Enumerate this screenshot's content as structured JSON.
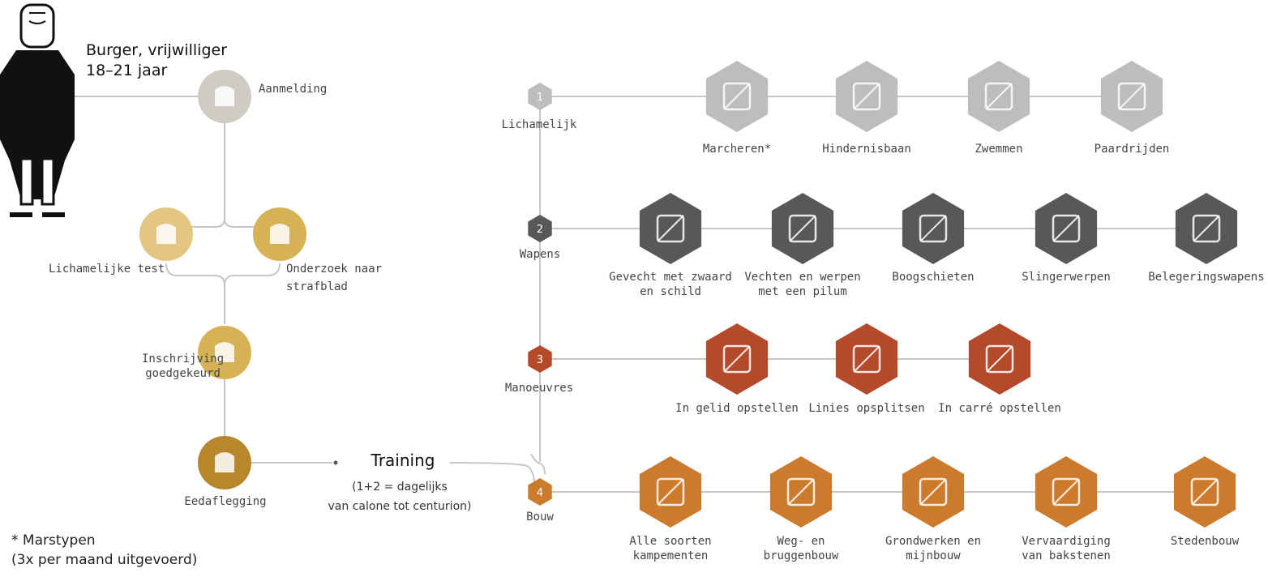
{
  "colors": {
    "line": "#c8c6c0",
    "gray_step": "#bdbdbd",
    "dark_step": "#585859",
    "red_step": "#b54a2b",
    "orange_step": "#cc7a2c",
    "gold_light": "#e3c680",
    "gold_mid": "#d6b254",
    "gold_dark": "#b8862b"
  },
  "recruit": {
    "title_line1": "Burger, vrijwilliger",
    "title_line2": "18–21 jaar",
    "steps": {
      "aanmelding": "Aanmelding",
      "lichamelijke_test": "Lichamelijke test",
      "onderzoek_line1": "Onderzoek naar",
      "onderzoek_line2": "strafblad",
      "inschrijving_line1": "Inschrijving",
      "inschrijving_line2": "goedgekeurd",
      "eedaflegging": "Eedaflegging"
    }
  },
  "training": {
    "title": "Training",
    "sub_line1": "(1+2 = dagelijks",
    "sub_line2": "van calone tot centurion)"
  },
  "tracks": [
    {
      "number": "1",
      "label": "Lichamelijk",
      "color_key": "gray_step",
      "items": [
        {
          "icon": "footprint-icon",
          "lines": [
            "Marcheren*"
          ]
        },
        {
          "icon": "hurdle-icon",
          "lines": [
            "Hindernisbaan"
          ]
        },
        {
          "icon": "swimming-icon",
          "lines": [
            "Zwemmen"
          ]
        },
        {
          "icon": "horse-icon",
          "lines": [
            "Paardrijden"
          ]
        }
      ]
    },
    {
      "number": "2",
      "label": "Wapens",
      "color_key": "dark_step",
      "items": [
        {
          "icon": "sword-shield-icon",
          "lines": [
            "Gevecht met zwaard",
            "en schild"
          ]
        },
        {
          "icon": "pilum-icon",
          "lines": [
            "Vechten en werpen",
            "met een pilum"
          ]
        },
        {
          "icon": "bow-icon",
          "lines": [
            "Boogschieten"
          ]
        },
        {
          "icon": "sling-icon",
          "lines": [
            "Slingerwerpen"
          ]
        },
        {
          "icon": "catapult-icon",
          "lines": [
            "Belegeringswapens"
          ]
        }
      ]
    },
    {
      "number": "3",
      "label": "Manoeuvres",
      "color_key": "red_step",
      "items": [
        {
          "icon": "line-formation-icon",
          "lines": [
            "In gelid opstellen"
          ]
        },
        {
          "icon": "split-lines-icon",
          "lines": [
            "Linies opsplitsen"
          ]
        },
        {
          "icon": "square-formation-icon",
          "lines": [
            "In carré opstellen"
          ]
        }
      ]
    },
    {
      "number": "4",
      "label": "Bouw",
      "color_key": "orange_step",
      "items": [
        {
          "icon": "camp-icon",
          "lines": [
            "Alle soorten",
            "kampementen"
          ]
        },
        {
          "icon": "bridge-icon",
          "lines": [
            "Weg- en",
            "bruggenbouw"
          ]
        },
        {
          "icon": "pickaxe-shovel-icon",
          "lines": [
            "Grondwerken en",
            "mijnbouw"
          ]
        },
        {
          "icon": "bricks-icon",
          "lines": [
            "Vervaardiging",
            "van bakstenen"
          ]
        },
        {
          "icon": "city-icon",
          "lines": [
            "Stedenbouw"
          ]
        }
      ]
    }
  ],
  "footnote": {
    "line1": "* Marstypen",
    "line2": "(3x per maand uitgevoerd)"
  }
}
